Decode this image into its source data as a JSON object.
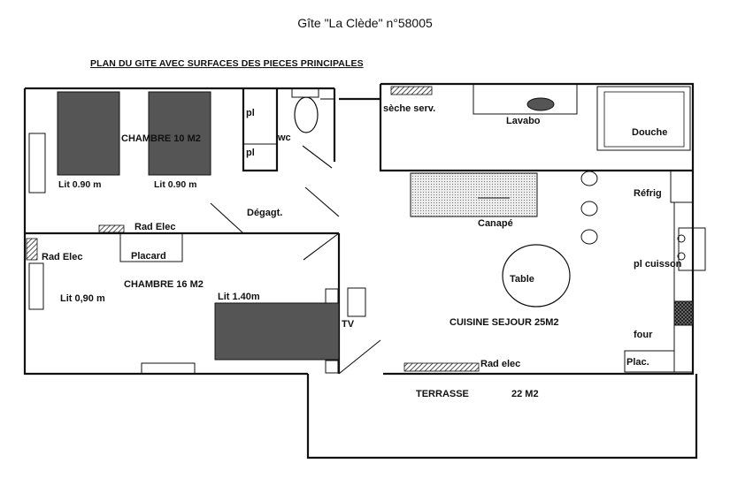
{
  "title": "Gîte \"La Clède\" n°58005",
  "subtitle": "PLAN DU GITE AVEC SURFACES DES PIECES PRINCIPALES",
  "labels": {
    "chambre10": "CHAMBRE 10 M2",
    "lit090a": "Lit 0.90 m",
    "lit090b": "Lit 0.90 m",
    "pl1": "pl",
    "pl2": "pl",
    "wc": "wc",
    "degagt": "Dégagt.",
    "radelec1": "Rad Elec",
    "radelec2": "Rad Elec",
    "placard": "Placard",
    "chambre16": "CHAMBRE 16 M2",
    "lit090c": "Lit 0,90 m",
    "lit140": "Lit 1.40m",
    "tv": "TV",
    "sechserv": "sèche serv.",
    "lavabo": "Lavabo",
    "douche": "Douche",
    "canape": "Canapé",
    "refrig": "Réfrig",
    "plcuisson": "pl cuisson",
    "table": "Table",
    "cuisine": "CUISINE SEJOUR 25M2",
    "four": "four",
    "plac": "Plac.",
    "radelec3": "Rad elec",
    "terrasse": "TERRASSE",
    "terrasse_area": "22 M2"
  }
}
